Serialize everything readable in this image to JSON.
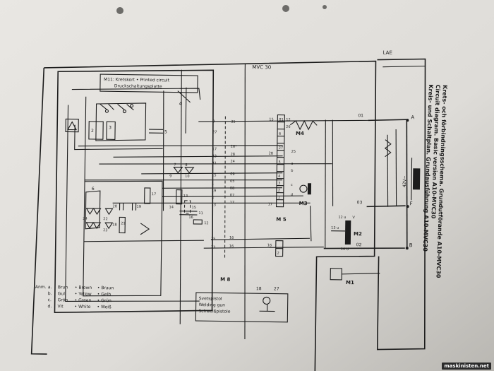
{
  "board": {
    "label_line1": "M11: Kretskort • Printed circuit",
    "label_line2": "Druckschaltungsplatte",
    "mvc_label": "MVC 30",
    "lae_label": "LAE"
  },
  "title_block": {
    "lines": [
      "Krets- och förbindningsschema. Grundutförande A10-MVC30",
      "Circuit diagram. Basic version A10-MVC30",
      "Kreis- und Schaltplan. Grundausführung A10-MVC30"
    ]
  },
  "legend": {
    "prefix": "Anm.",
    "rows": [
      {
        "key": "a.",
        "sv": "Brun",
        "en": "• Brown",
        "de": "• Braun"
      },
      {
        "key": "b.",
        "sv": "Gul",
        "en": "• Yellow",
        "de": "• Gelb"
      },
      {
        "key": "c.",
        "sv": "Grön",
        "en": "• Green",
        "de": "• Grün"
      },
      {
        "key": "d.",
        "sv": "Vit",
        "en": "• White",
        "de": "• Weiß"
      }
    ]
  },
  "welding_gun": {
    "lines": [
      "Svetspistol",
      "Welding gun",
      "Schweißpistole"
    ]
  },
  "terminals": {
    "left_outer": [
      "9",
      "27",
      "17",
      "23",
      "31",
      "15",
      "1",
      "19",
      "3",
      "13",
      "25",
      "23"
    ],
    "left_inner": [
      "35",
      "26*",
      "28",
      "24",
      "09",
      "05",
      "08",
      "07",
      "17",
      "16",
      "16"
    ],
    "right_left": [
      "15",
      "",
      "",
      "28",
      "",
      "",
      "",
      "",
      "17",
      "",
      "16"
    ],
    "right_inner": [
      "01",
      "26",
      "6",
      "27",
      "5",
      "4",
      "3",
      "2",
      "1",
      "",
      "2"
    ],
    "right_extra": [
      "12",
      "26",
      "25"
    ],
    "colors": [
      "a",
      "b",
      "c",
      "d"
    ],
    "m8": "M 8",
    "m5": "M 5"
  },
  "motors": {
    "m4": "M4",
    "m3": "M3",
    "m2": "M2",
    "m1": "M1",
    "m2_top": "12 u",
    "m2_vv": "V",
    "m2_mid": "13 u",
    "m2_bot": "14 U"
  },
  "rail": {
    "A": "A",
    "F": "F",
    "B": "B",
    "n01": "01",
    "n03": "03",
    "n02": "02",
    "transformer": "42V~"
  },
  "components": {
    "c4": "4",
    "c5": "5",
    "c2": "2",
    "c3": "3",
    "c6": "6",
    "c7": "7",
    "c8": "8",
    "c9": "9",
    "c10": "10",
    "c11": "11",
    "c12": "12",
    "c13": "13",
    "c14": "14",
    "c15": "15",
    "c16": "16",
    "c17": "17",
    "c18": "18",
    "c19": "19",
    "c20": "20",
    "c21": "21",
    "c22": "22",
    "c23": "23",
    "c24": "24",
    "gun_18": "18",
    "gun_27": "27"
  },
  "watermark": "maskinisten.net"
}
